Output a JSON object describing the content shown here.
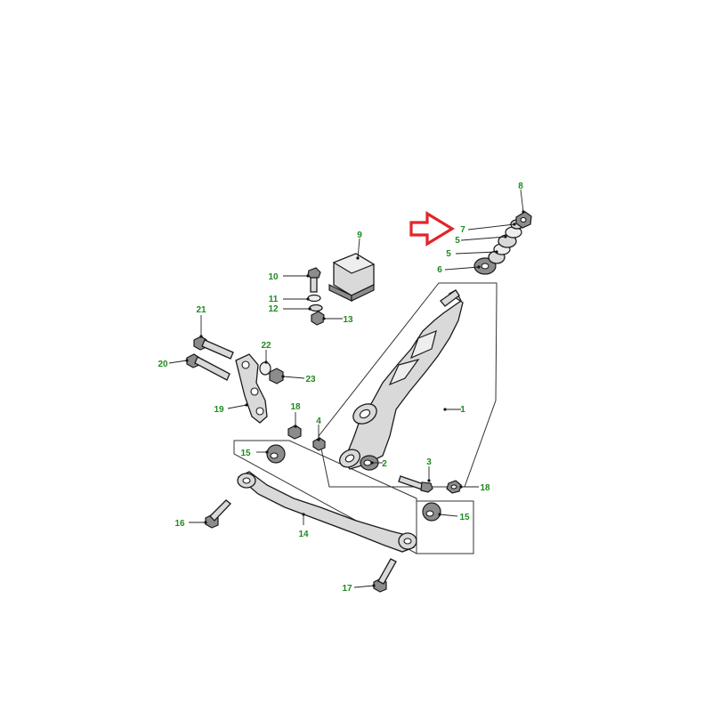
{
  "callouts": [
    {
      "id": "c1",
      "text": "1"
    },
    {
      "id": "c2",
      "text": "2"
    },
    {
      "id": "c3",
      "text": "3"
    },
    {
      "id": "c4",
      "text": "4"
    },
    {
      "id": "c5a",
      "text": "5"
    },
    {
      "id": "c5b",
      "text": "5"
    },
    {
      "id": "c6",
      "text": "6"
    },
    {
      "id": "c7",
      "text": "7"
    },
    {
      "id": "c8",
      "text": "8"
    },
    {
      "id": "c9",
      "text": "9"
    },
    {
      "id": "c10",
      "text": "10"
    },
    {
      "id": "c11",
      "text": "11"
    },
    {
      "id": "c12",
      "text": "12"
    },
    {
      "id": "c13",
      "text": "13"
    },
    {
      "id": "c14",
      "text": "14"
    },
    {
      "id": "c15a",
      "text": "15"
    },
    {
      "id": "c15b",
      "text": "15"
    },
    {
      "id": "c16",
      "text": "16"
    },
    {
      "id": "c17",
      "text": "17"
    },
    {
      "id": "c18a",
      "text": "18"
    },
    {
      "id": "c18b",
      "text": "18"
    },
    {
      "id": "c19",
      "text": "19"
    },
    {
      "id": "c20",
      "text": "20"
    },
    {
      "id": "c21",
      "text": "21"
    },
    {
      "id": "c22",
      "text": "22"
    },
    {
      "id": "c23",
      "text": "23"
    }
  ],
  "colors": {
    "callout_text": "#1e8a1e",
    "highlight_arrow": "#e0262b",
    "line": "#1a1a1a"
  },
  "icons": {
    "highlight": "right-arrow-outline-icon"
  }
}
